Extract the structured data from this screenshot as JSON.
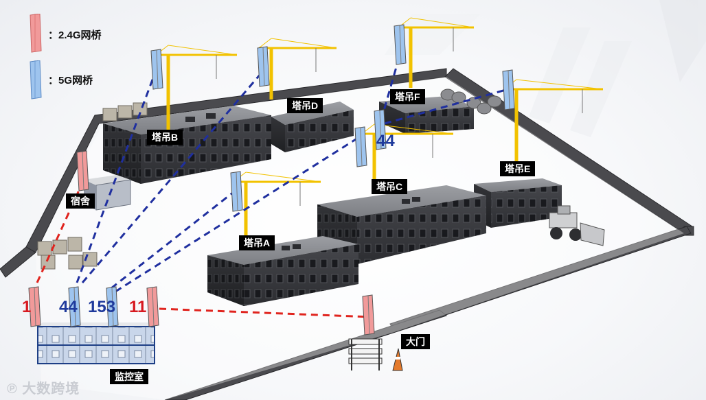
{
  "legend": {
    "items": [
      {
        "label": "：2.4G网桥",
        "color": "#f19a9a"
      },
      {
        "label": "：5G网桥",
        "color": "#9ec4ee"
      }
    ]
  },
  "labels": {
    "tower_a": "塔吊A",
    "tower_b": "塔吊B",
    "tower_c": "塔吊C",
    "tower_d": "塔吊D",
    "tower_e": "塔吊E",
    "tower_f": "塔吊F",
    "dorm": "宿舍",
    "monitor_room": "监控室",
    "gate": "大门"
  },
  "numbers": {
    "n1": "1",
    "n44_left": "44",
    "n153": "153",
    "n11": "11",
    "n44_c": "44"
  },
  "watermark": "大数跨境",
  "colors": {
    "red_line": "#e0241e",
    "blue_line": "#1f2f9f",
    "bridge_24g": "#f19a9a",
    "bridge_5g": "#9ec4ee",
    "crane": "#f2c200",
    "building": "#3a3b40",
    "wall": "#4a4a4e"
  }
}
